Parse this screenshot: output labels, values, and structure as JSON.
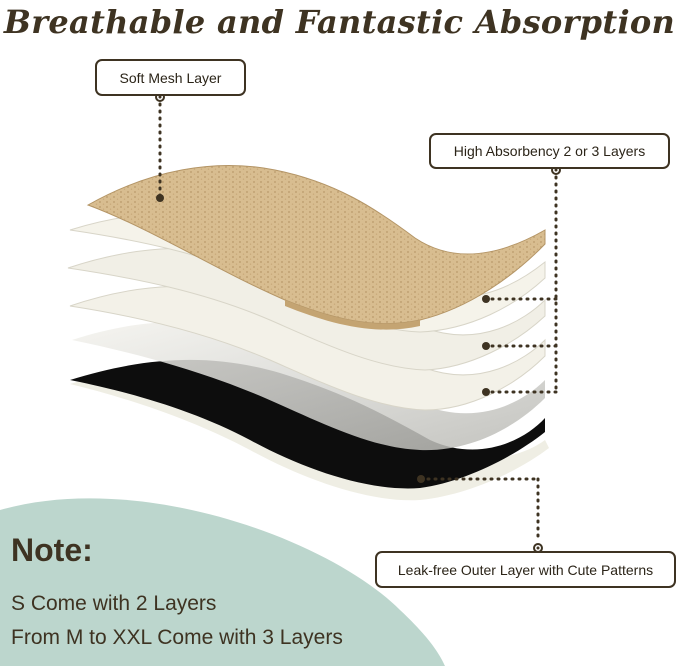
{
  "title": "Breathable and Fantastic Absorption",
  "labels": {
    "mesh": "Soft Mesh Layer",
    "absorbency": "High Absorbency 2 or 3 Layers",
    "outer": "Leak-free Outer Layer with Cute Patterns"
  },
  "note": {
    "heading": "Note:",
    "lines": [
      "S Come with 2 Layers",
      "From M to XXL Come with 3 Layers"
    ]
  },
  "colors": {
    "text": "#3e3322",
    "mesh_layer": "#d6b88a",
    "absorb_layer": "#f1efe6",
    "outer_layer": "#0d0d0d",
    "note_background": "#bcd6cd"
  }
}
